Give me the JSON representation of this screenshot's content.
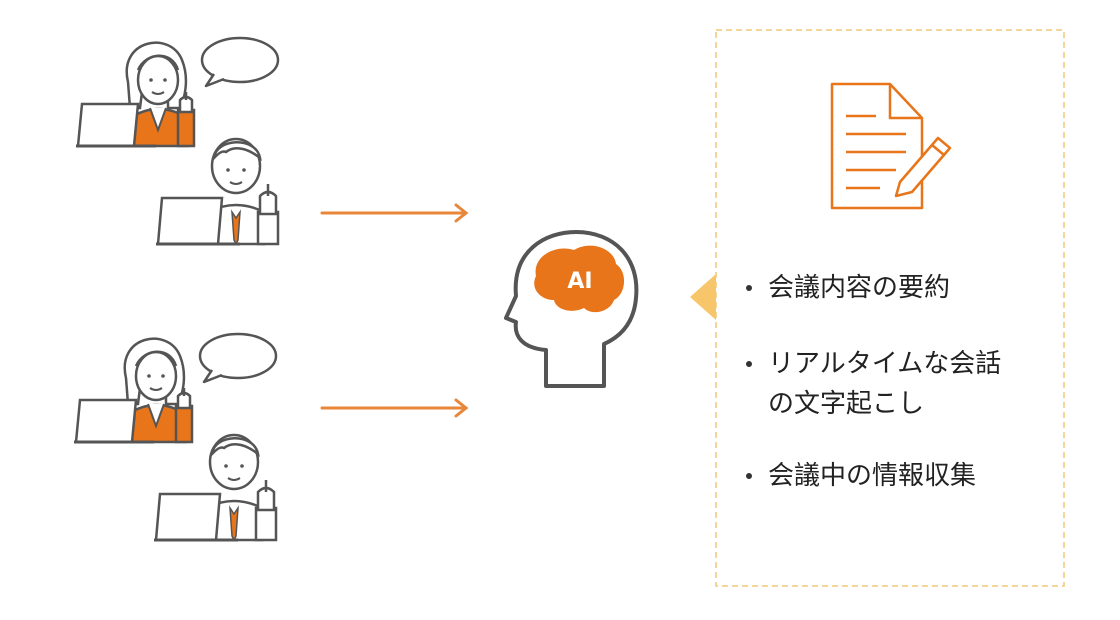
{
  "colors": {
    "accent": "#E8751A",
    "arrow": "#E8873A",
    "outline": "#555555",
    "panel_border": "#F3C77A",
    "pointer": "#F7C56A"
  },
  "brain": {
    "label": "AI"
  },
  "icons": {
    "people": "meeting-participants-icon",
    "document": "document-with-pencil-icon",
    "head": "ai-brain-head-icon"
  },
  "features": [
    {
      "lines": [
        "会議内容の要約"
      ]
    },
    {
      "lines": [
        "リアルタイムな会話",
        "の文字起こし"
      ]
    },
    {
      "lines": [
        "会議中の情報収集"
      ]
    }
  ]
}
